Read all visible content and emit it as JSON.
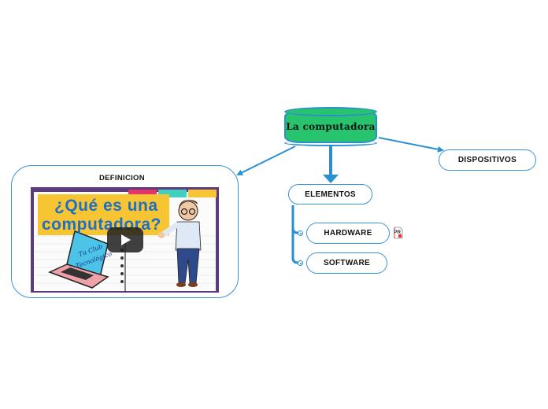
{
  "map": {
    "root": "La computadora",
    "dispositivos": "DISPOSITIVOS",
    "elementos": "ELEMENTOS",
    "hardware": "HARDWARE",
    "software": "SOFTWARE",
    "definicion": "DEFINICION"
  },
  "video": {
    "title_line1": "¿Qué es una",
    "title_line2": "computadora?",
    "brand_line1": "Tu Club",
    "brand_line2": "Tecnológico"
  },
  "icons": {
    "hardware_attachment": "pr-file-icon",
    "play": "play-icon"
  },
  "colors": {
    "root_fill": "#27c46d",
    "connector": "#2a90d0",
    "title_yellow": "#f7c531"
  }
}
